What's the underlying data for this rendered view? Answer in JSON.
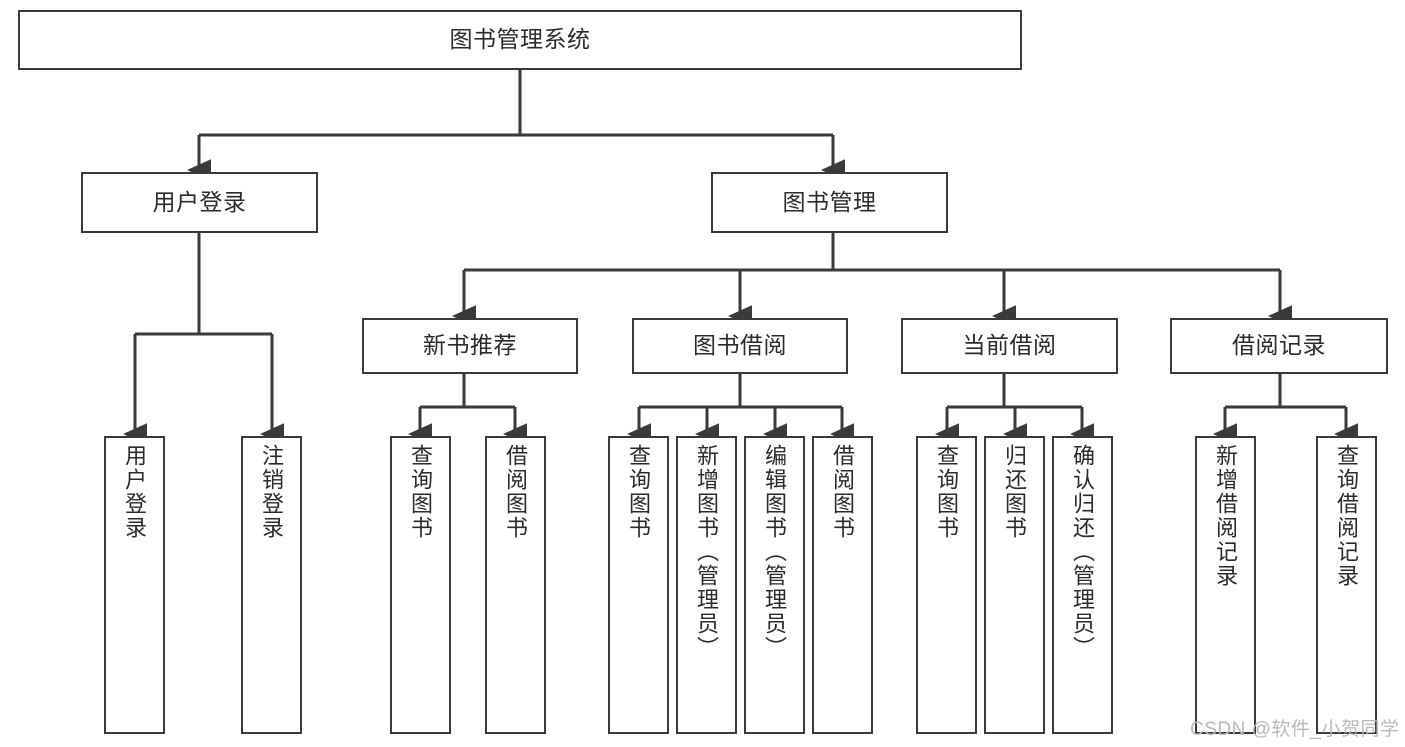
{
  "diagram": {
    "title": "图书管理系统",
    "type": "functional-structure-tree",
    "line_color": "#3a3a3a",
    "box_fill": "#ffffff",
    "text_color": "#2b2b2b"
  },
  "nodes": {
    "root": {
      "label": "图书管理系统"
    },
    "level2": [
      {
        "label": "用户登录"
      },
      {
        "label": "图书管理"
      }
    ],
    "level3": [
      {
        "label": "新书推荐"
      },
      {
        "label": "图书借阅"
      },
      {
        "label": "当前借阅"
      },
      {
        "label": "借阅记录"
      }
    ],
    "leaves": {
      "user_login": [
        {
          "label": "用户登录"
        },
        {
          "label": "注销登录"
        }
      ],
      "new_book_recommend": [
        {
          "label": "查询图书"
        },
        {
          "label": "借阅图书"
        }
      ],
      "book_borrow": [
        {
          "label": "查询图书"
        },
        {
          "label": "新增图书（管理员）"
        },
        {
          "label": "编辑图书（管理员）"
        },
        {
          "label": "借阅图书"
        }
      ],
      "current_borrow": [
        {
          "label": "查询图书"
        },
        {
          "label": "归还图书"
        },
        {
          "label": "确认归还（管理员）"
        }
      ],
      "borrow_record": [
        {
          "label": "新增借阅记录"
        },
        {
          "label": "查询借阅记录"
        }
      ]
    }
  },
  "watermark": {
    "text": "CSDN @软件_小贺同学",
    "color": "#b9b9b9"
  }
}
